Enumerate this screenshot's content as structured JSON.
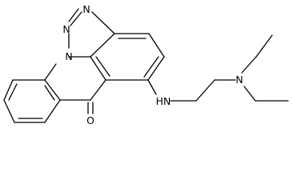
{
  "molecule": {
    "atoms": [
      {
        "id": "triazole-n1-top",
        "symbol": "N"
      },
      {
        "id": "triazole-n2-left",
        "symbol": "N"
      },
      {
        "id": "triazole-n3-bridge",
        "symbol": "N"
      },
      {
        "id": "ketone-oxygen",
        "symbol": "O"
      },
      {
        "id": "amine-nh",
        "symbol": "HN"
      },
      {
        "id": "diethylamine-n",
        "symbol": "N"
      }
    ]
  }
}
